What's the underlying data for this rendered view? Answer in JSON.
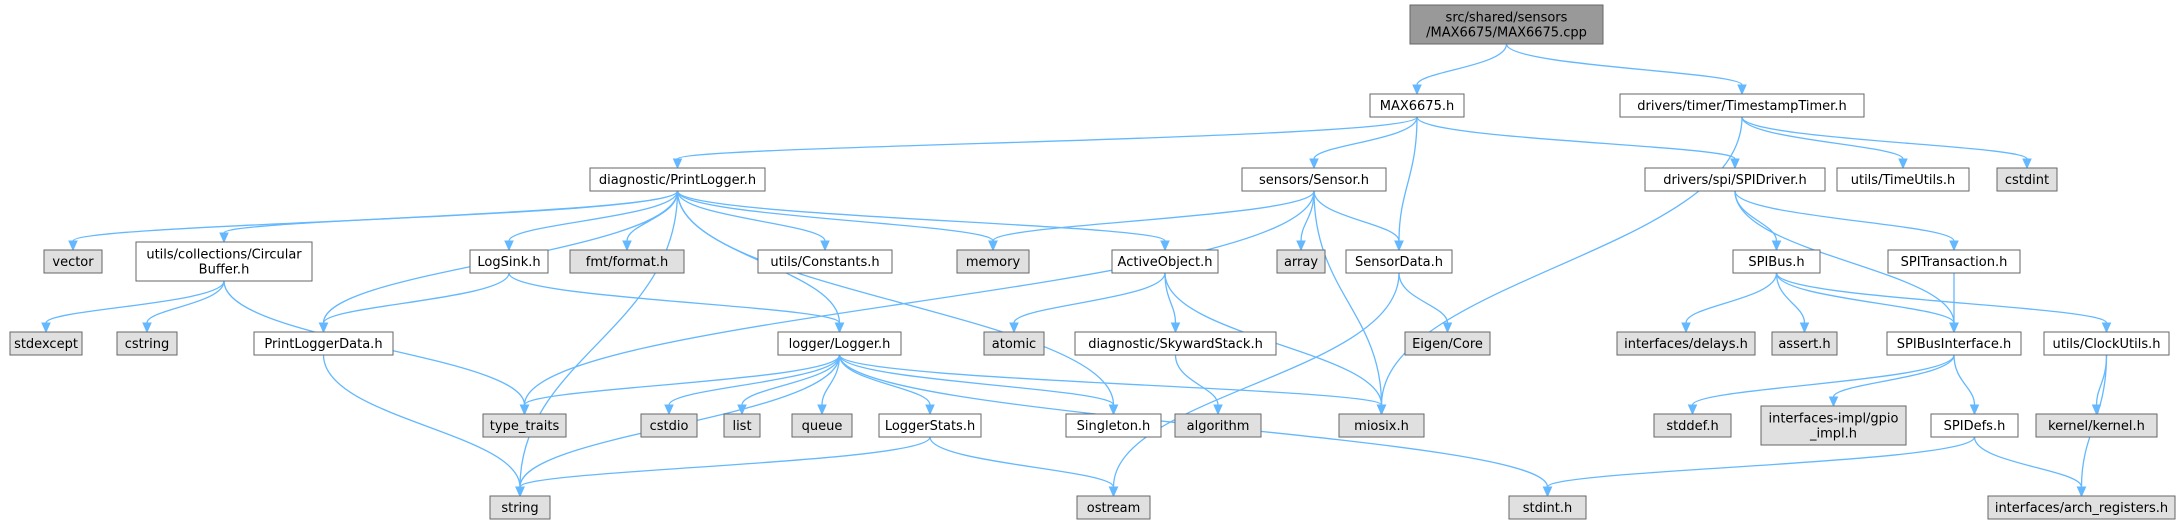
{
  "diagram": {
    "type": "include-dependency-graph",
    "colors": {
      "root_fill": "#999999",
      "normal_fill": "#ffffff",
      "external_fill": "#e0e0e0",
      "border": "#666666",
      "edge": "#63B8FF"
    },
    "nodes": [
      {
        "id": "root",
        "kind": "root",
        "lines": [
          "src/shared/sensors",
          "/MAX6675/MAX6675.cpp"
        ]
      },
      {
        "id": "max6675_h",
        "kind": "normal",
        "lines": [
          "MAX6675.h"
        ]
      },
      {
        "id": "timestamp_timer",
        "kind": "normal",
        "lines": [
          "drivers/timer/TimestampTimer.h"
        ]
      },
      {
        "id": "print_logger",
        "kind": "normal",
        "lines": [
          "diagnostic/PrintLogger.h"
        ]
      },
      {
        "id": "sensor_h",
        "kind": "normal",
        "lines": [
          "sensors/Sensor.h"
        ]
      },
      {
        "id": "spi_driver",
        "kind": "normal",
        "lines": [
          "drivers/spi/SPIDriver.h"
        ]
      },
      {
        "id": "time_utils",
        "kind": "normal",
        "lines": [
          "utils/TimeUtils.h"
        ]
      },
      {
        "id": "cstdint",
        "kind": "external",
        "lines": [
          "cstdint"
        ]
      },
      {
        "id": "vector",
        "kind": "external",
        "lines": [
          "vector"
        ]
      },
      {
        "id": "circular_buffer",
        "kind": "normal",
        "lines": [
          "utils/collections/Circular",
          "Buffer.h"
        ]
      },
      {
        "id": "log_sink",
        "kind": "normal",
        "lines": [
          "LogSink.h"
        ]
      },
      {
        "id": "fmt_format",
        "kind": "external",
        "lines": [
          "fmt/format.h"
        ]
      },
      {
        "id": "constants",
        "kind": "normal",
        "lines": [
          "utils/Constants.h"
        ]
      },
      {
        "id": "memory",
        "kind": "external",
        "lines": [
          "memory"
        ]
      },
      {
        "id": "active_object",
        "kind": "normal",
        "lines": [
          "ActiveObject.h"
        ]
      },
      {
        "id": "array",
        "kind": "external",
        "lines": [
          "array"
        ]
      },
      {
        "id": "sensor_data",
        "kind": "normal",
        "lines": [
          "SensorData.h"
        ]
      },
      {
        "id": "spi_bus",
        "kind": "normal",
        "lines": [
          "SPIBus.h"
        ]
      },
      {
        "id": "spi_transaction",
        "kind": "normal",
        "lines": [
          "SPITransaction.h"
        ]
      },
      {
        "id": "stdexcept",
        "kind": "external",
        "lines": [
          "stdexcept"
        ]
      },
      {
        "id": "cstring",
        "kind": "external",
        "lines": [
          "cstring"
        ]
      },
      {
        "id": "print_logger_data",
        "kind": "normal",
        "lines": [
          "PrintLoggerData.h"
        ]
      },
      {
        "id": "logger",
        "kind": "normal",
        "lines": [
          "logger/Logger.h"
        ]
      },
      {
        "id": "atomic",
        "kind": "external",
        "lines": [
          "atomic"
        ]
      },
      {
        "id": "skyward_stack",
        "kind": "normal",
        "lines": [
          "diagnostic/SkywardStack.h"
        ]
      },
      {
        "id": "eigen_core",
        "kind": "external",
        "lines": [
          "Eigen/Core"
        ]
      },
      {
        "id": "interfaces_delays",
        "kind": "external",
        "lines": [
          "interfaces/delays.h"
        ]
      },
      {
        "id": "assert_h",
        "kind": "external",
        "lines": [
          "assert.h"
        ]
      },
      {
        "id": "spi_bus_interface",
        "kind": "normal",
        "lines": [
          "SPIBusInterface.h"
        ]
      },
      {
        "id": "clock_utils",
        "kind": "normal",
        "lines": [
          "utils/ClockUtils.h"
        ]
      },
      {
        "id": "type_traits",
        "kind": "external",
        "lines": [
          "type_traits"
        ]
      },
      {
        "id": "cstdio",
        "kind": "external",
        "lines": [
          "cstdio"
        ]
      },
      {
        "id": "list",
        "kind": "external",
        "lines": [
          "list"
        ]
      },
      {
        "id": "queue",
        "kind": "external",
        "lines": [
          "queue"
        ]
      },
      {
        "id": "logger_stats",
        "kind": "normal",
        "lines": [
          "LoggerStats.h"
        ]
      },
      {
        "id": "singleton",
        "kind": "normal",
        "lines": [
          "Singleton.h"
        ]
      },
      {
        "id": "algorithm",
        "kind": "external",
        "lines": [
          "algorithm"
        ]
      },
      {
        "id": "miosix",
        "kind": "external",
        "lines": [
          "miosix.h"
        ]
      },
      {
        "id": "stddef",
        "kind": "external",
        "lines": [
          "stddef.h"
        ]
      },
      {
        "id": "gpio_impl",
        "kind": "external",
        "lines": [
          "interfaces-impl/gpio",
          "_impl.h"
        ]
      },
      {
        "id": "spi_defs",
        "kind": "normal",
        "lines": [
          "SPIDefs.h"
        ]
      },
      {
        "id": "kernel",
        "kind": "external",
        "lines": [
          "kernel/kernel.h"
        ]
      },
      {
        "id": "string",
        "kind": "external",
        "lines": [
          "string"
        ]
      },
      {
        "id": "ostream",
        "kind": "external",
        "lines": [
          "ostream"
        ]
      },
      {
        "id": "stdint_h",
        "kind": "external",
        "lines": [
          "stdint.h"
        ]
      },
      {
        "id": "arch_registers",
        "kind": "external",
        "lines": [
          "interfaces/arch_registers.h"
        ]
      }
    ],
    "edges": [
      [
        "root",
        "max6675_h"
      ],
      [
        "root",
        "timestamp_timer"
      ],
      [
        "max6675_h",
        "print_logger"
      ],
      [
        "max6675_h",
        "sensor_h"
      ],
      [
        "max6675_h",
        "spi_driver"
      ],
      [
        "max6675_h",
        "sensor_data"
      ],
      [
        "timestamp_timer",
        "time_utils"
      ],
      [
        "timestamp_timer",
        "cstdint"
      ],
      [
        "timestamp_timer",
        "miosix"
      ],
      [
        "print_logger",
        "vector"
      ],
      [
        "print_logger",
        "circular_buffer"
      ],
      [
        "print_logger",
        "log_sink"
      ],
      [
        "print_logger",
        "fmt_format"
      ],
      [
        "print_logger",
        "constants"
      ],
      [
        "print_logger",
        "memory"
      ],
      [
        "print_logger",
        "active_object"
      ],
      [
        "print_logger",
        "print_logger_data"
      ],
      [
        "print_logger",
        "logger"
      ],
      [
        "print_logger",
        "singleton"
      ],
      [
        "print_logger",
        "string"
      ],
      [
        "sensor_h",
        "memory"
      ],
      [
        "sensor_h",
        "array"
      ],
      [
        "sensor_h",
        "sensor_data"
      ],
      [
        "sensor_h",
        "miosix"
      ],
      [
        "sensor_h",
        "type_traits"
      ],
      [
        "spi_driver",
        "spi_bus"
      ],
      [
        "spi_driver",
        "spi_transaction"
      ],
      [
        "spi_driver",
        "spi_bus_interface"
      ],
      [
        "circular_buffer",
        "stdexcept"
      ],
      [
        "circular_buffer",
        "cstring"
      ],
      [
        "circular_buffer",
        "type_traits"
      ],
      [
        "log_sink",
        "print_logger_data"
      ],
      [
        "log_sink",
        "logger"
      ],
      [
        "active_object",
        "atomic"
      ],
      [
        "active_object",
        "skyward_stack"
      ],
      [
        "active_object",
        "miosix"
      ],
      [
        "sensor_data",
        "eigen_core"
      ],
      [
        "sensor_data",
        "ostream"
      ],
      [
        "spi_bus",
        "interfaces_delays"
      ],
      [
        "spi_bus",
        "assert_h"
      ],
      [
        "spi_bus",
        "spi_bus_interface"
      ],
      [
        "spi_bus",
        "clock_utils"
      ],
      [
        "spi_transaction",
        "spi_bus_interface"
      ],
      [
        "print_logger_data",
        "string"
      ],
      [
        "logger",
        "type_traits"
      ],
      [
        "logger",
        "cstdio"
      ],
      [
        "logger",
        "list"
      ],
      [
        "logger",
        "queue"
      ],
      [
        "logger",
        "logger_stats"
      ],
      [
        "logger",
        "singleton"
      ],
      [
        "logger",
        "miosix"
      ],
      [
        "logger",
        "string"
      ],
      [
        "logger",
        "stdint_h"
      ],
      [
        "skyward_stack",
        "algorithm"
      ],
      [
        "spi_bus_interface",
        "stddef"
      ],
      [
        "spi_bus_interface",
        "gpio_impl"
      ],
      [
        "spi_bus_interface",
        "spi_defs"
      ],
      [
        "clock_utils",
        "kernel"
      ],
      [
        "clock_utils",
        "arch_registers"
      ],
      [
        "logger_stats",
        "string"
      ],
      [
        "logger_stats",
        "ostream"
      ],
      [
        "spi_defs",
        "stdint_h"
      ],
      [
        "spi_defs",
        "arch_registers"
      ]
    ]
  }
}
